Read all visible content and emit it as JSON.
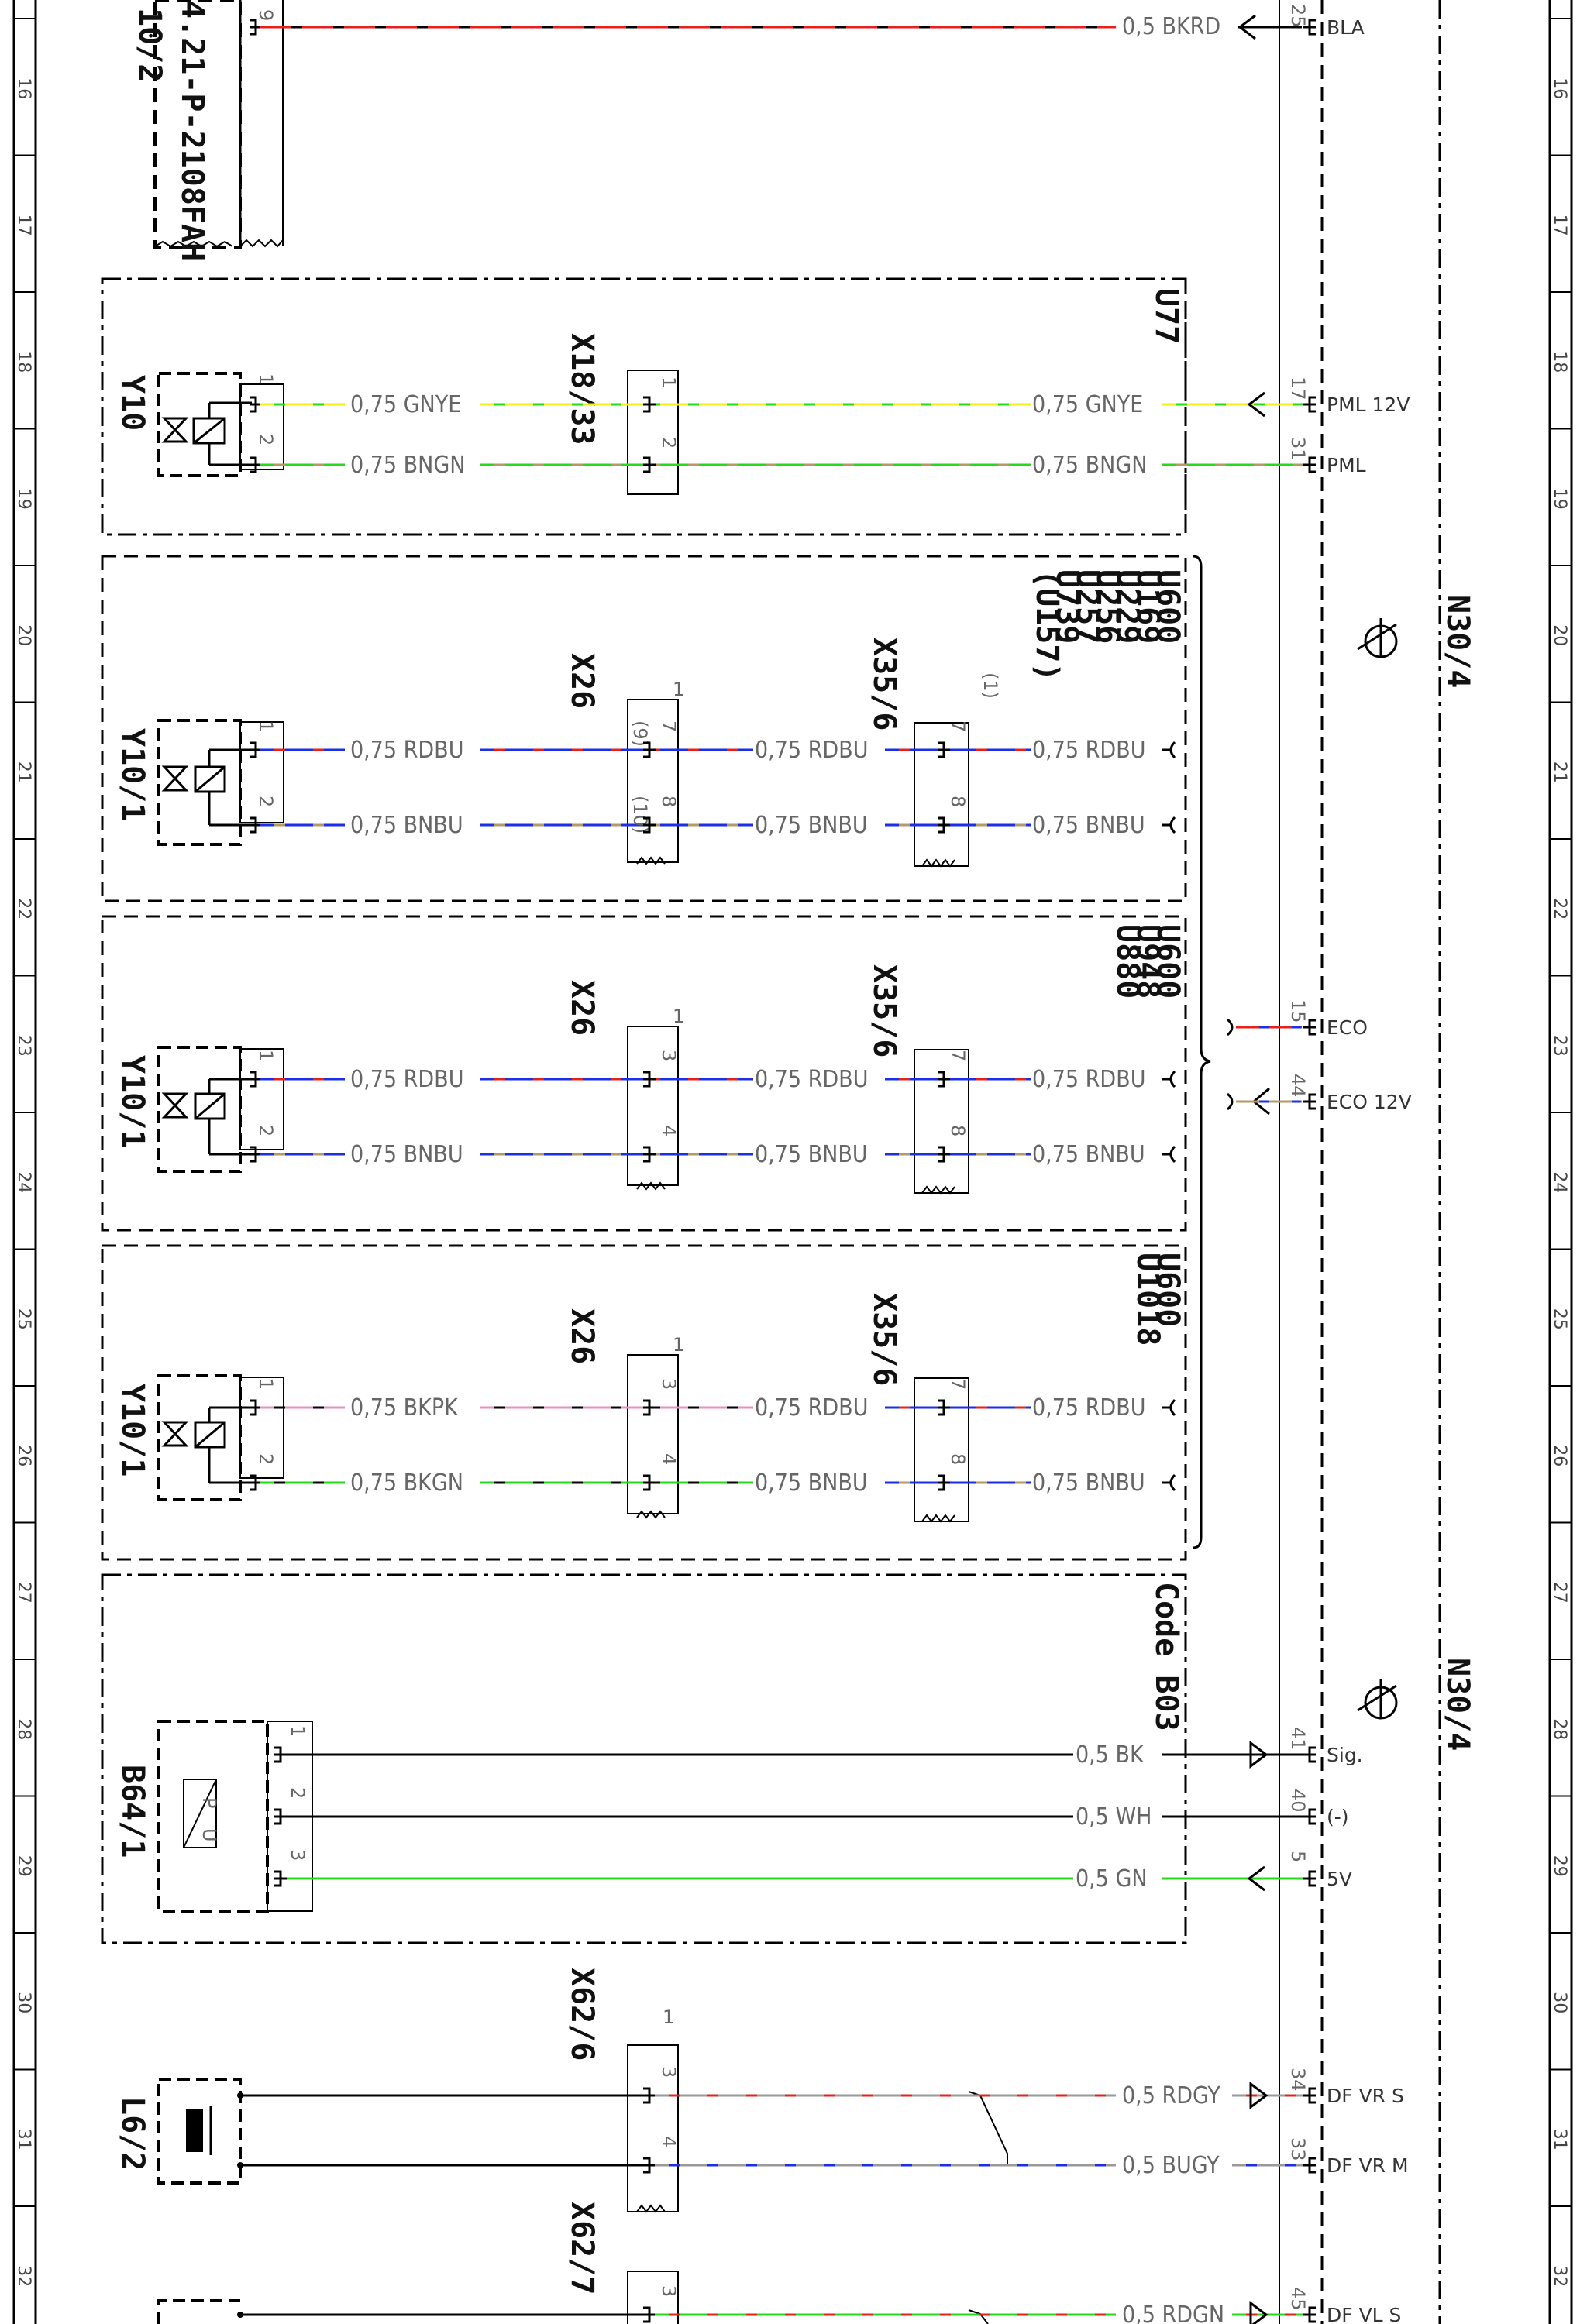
{
  "colors": {
    "black": "#000000",
    "red": "#e8201c",
    "blue": "#1c2ee8",
    "green": "#27d91a",
    "yellow": "#f2ef1c",
    "brown": "#b59a66",
    "pink": "#e890c0",
    "grey": "#9a9a9a"
  },
  "row_numbers": [
    "16",
    "17",
    "18",
    "19",
    "20",
    "21",
    "22",
    "23",
    "24",
    "25",
    "26",
    "27",
    "28",
    "29",
    "30",
    "31",
    "32"
  ],
  "top": {
    "ref_id": "4.21-P-2108FAH",
    "ref_id2": "10/2",
    "pin": "9",
    "wire": "0,5 BKRD",
    "n30_pin": "25",
    "n30_label": "BLA"
  },
  "n30": {
    "name_top": "N30/4",
    "name_bottom": "N30/4"
  },
  "u77": {
    "code": "U77",
    "component": "Y10",
    "connector": "X18/33",
    "wires": [
      {
        "pin": "1",
        "left": "0,75 GNYE",
        "right": "0,75 GNYE",
        "n30_pin": "17",
        "n30_label": "PML 12V"
      },
      {
        "pin": "2",
        "left": "0,75 BNGN",
        "right": "0,75 BNGN",
        "n30_pin": "31",
        "n30_label": "PML"
      }
    ]
  },
  "eco": {
    "pin1": "15",
    "label1": "ECO",
    "pin2": "44",
    "label2": "ECO 12V"
  },
  "box2": {
    "codes": [
      "U600",
      "U169",
      "U229",
      "U256",
      "U257",
      "U739",
      "(U157)"
    ],
    "component": "Y10/1",
    "x26": "X26",
    "x26_marker": "1",
    "x35": "X35/6",
    "x35_marker": "(1)",
    "wires": [
      {
        "pin": "1",
        "left": "0,75 RDBU",
        "x26_pin": "7",
        "x26_alt": "(9)",
        "mid": "0,75 RDBU",
        "x35_pin": "7",
        "right": "0,75 RDBU"
      },
      {
        "pin": "2",
        "left": "0,75 BNBU",
        "x26_pin": "8",
        "x26_alt": "(10)",
        "mid": "0,75 BNBU",
        "x35_pin": "8",
        "right": "0,75 BNBU"
      }
    ]
  },
  "box3": {
    "codes": [
      "U600",
      "U948",
      "U880"
    ],
    "component": "Y10/1",
    "x26": "X26",
    "x26_marker": "1",
    "x35": "X35/6",
    "wires": [
      {
        "pin": "1",
        "left": "0,75 RDBU",
        "x26_pin": "3",
        "mid": "0,75 RDBU",
        "x35_pin": "7",
        "right": "0,75 RDBU"
      },
      {
        "pin": "2",
        "left": "0,75 BNBU",
        "x26_pin": "4",
        "mid": "0,75 BNBU",
        "x35_pin": "8",
        "right": "0,75 BNBU"
      }
    ]
  },
  "box4": {
    "codes": [
      "U600",
      "U1018"
    ],
    "component": "Y10/1",
    "x26": "X26",
    "x26_marker": "1",
    "x35": "X35/6",
    "wires": [
      {
        "pin": "1",
        "left": "0,75 BKPK",
        "x26_pin": "3",
        "mid": "0,75 RDBU",
        "x35_pin": "7",
        "right": "0,75 RDBU"
      },
      {
        "pin": "2",
        "left": "0,75 BKGN",
        "x26_pin": "4",
        "mid": "0,75 BNBU",
        "x35_pin": "8",
        "right": "0,75 BNBU"
      }
    ]
  },
  "b03": {
    "code": "Code B03",
    "component": "B64/1",
    "sensor_top": "P",
    "sensor_bottom": "U",
    "wires": [
      {
        "pin": "1",
        "wire": "0,5 BK",
        "n30_pin": "41",
        "n30_label": "Sig."
      },
      {
        "pin": "2",
        "wire": "0,5 WH",
        "n30_pin": "40",
        "n30_label": "(-)"
      },
      {
        "pin": "3",
        "wire": "0,5 GN",
        "n30_pin": "5",
        "n30_label": "5V"
      }
    ]
  },
  "l62": {
    "component": "L6/2",
    "connector": "X62/6",
    "connector_marker": "1",
    "wires": [
      {
        "pin": "3",
        "wire": "0,5 RDGY",
        "n30_pin": "34",
        "n30_label": "DF VR S"
      },
      {
        "pin": "4",
        "wire": "0,5 BUGY",
        "n30_pin": "33",
        "n30_label": "DF VR M"
      }
    ]
  },
  "bottom": {
    "connector": "X62/7",
    "pin": "3",
    "wire": "0,5 RDGN",
    "n30_pin": "45",
    "n30_label": "DF VL S"
  }
}
